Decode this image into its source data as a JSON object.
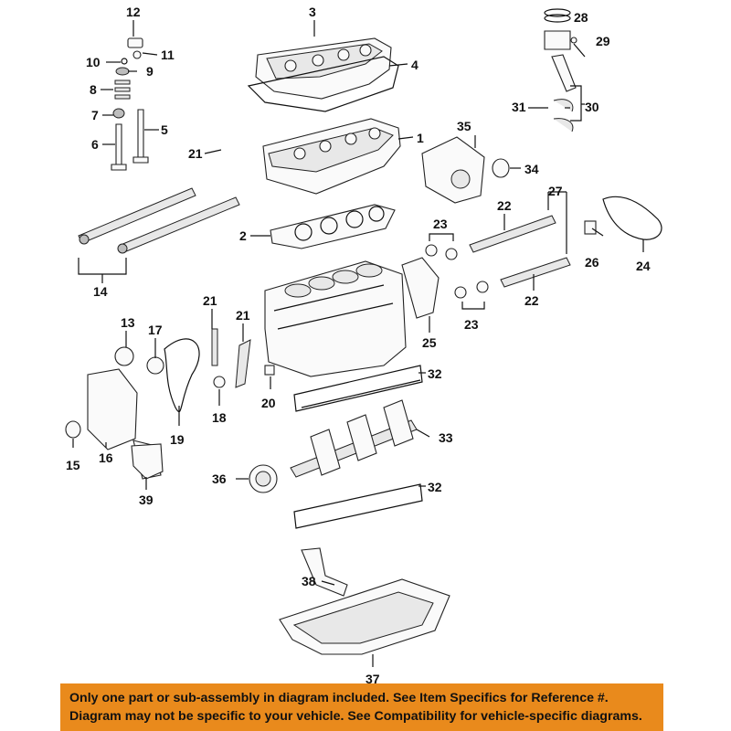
{
  "callouts": {
    "c1": "1",
    "c2": "2",
    "c3": "3",
    "c4": "4",
    "c5": "5",
    "c6": "6",
    "c7": "7",
    "c8": "8",
    "c9": "9",
    "c10": "10",
    "c11": "11",
    "c12": "12",
    "c13": "13",
    "c14": "14",
    "c15": "15",
    "c16": "16",
    "c17": "17",
    "c18": "18",
    "c19": "19",
    "c20": "20",
    "c21a": "21",
    "c21b": "21",
    "c21c": "21",
    "c22a": "22",
    "c22b": "22",
    "c23a": "23",
    "c23b": "23",
    "c24": "24",
    "c25": "25",
    "c26": "26",
    "c27": "27",
    "c28": "28",
    "c29": "29",
    "c30": "30",
    "c31": "31",
    "c32a": "32",
    "c32b": "32",
    "c33": "33",
    "c34": "34",
    "c35": "35",
    "c36": "36",
    "c37": "37",
    "c38": "38",
    "c39": "39"
  },
  "notice": {
    "line1": "Only one part or sub-assembly in diagram included. See Item Specifics for Reference #.",
    "line2": "Diagram may not be specific to your vehicle. See Compatibility for vehicle-specific diagrams."
  },
  "colors": {
    "banner": "#e98a1c",
    "ink": "#111111",
    "background": "#ffffff"
  }
}
